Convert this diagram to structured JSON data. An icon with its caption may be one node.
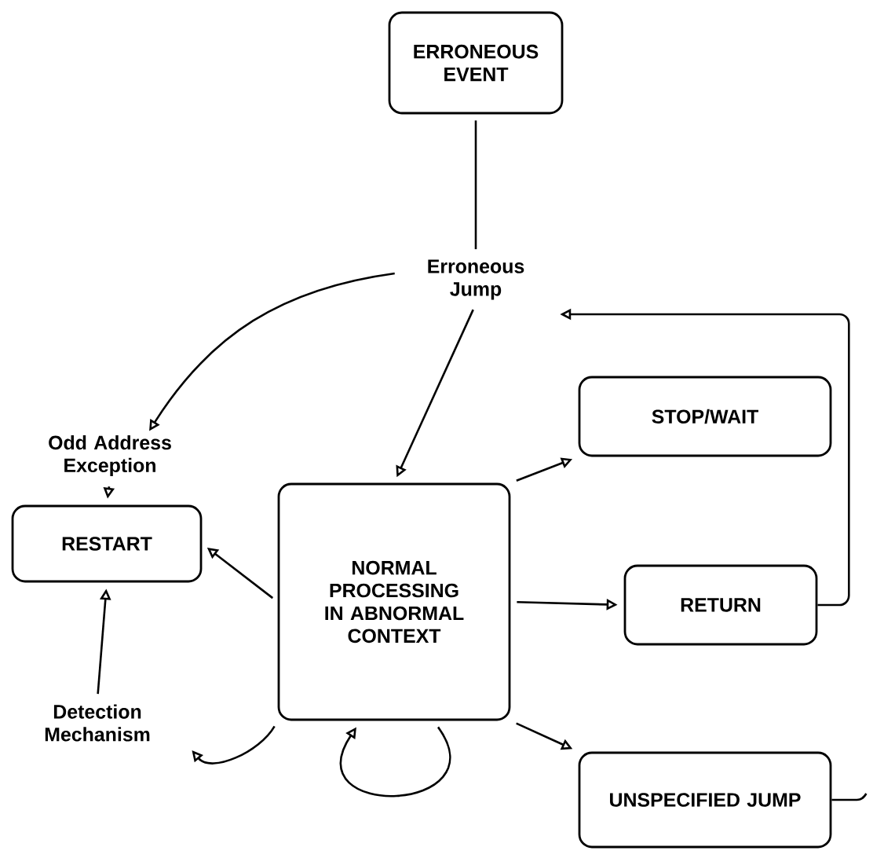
{
  "diagram": {
    "nodes": [
      {
        "text": [
          "ERRONEOUS EVENT"
        ]
      },
      {
        "text": [
          "Erroneous Jump"
        ]
      },
      {
        "text": [
          "Odd Address Exception"
        ]
      },
      {
        "text": [
          "RESTART"
        ]
      },
      {
        "text": [
          "NORMAL PROCESSING IN ABNORMAL CONTEXT"
        ]
      },
      {
        "text": [
          "STOP/WAIT"
        ]
      },
      {
        "text": [
          "RETURN"
        ]
      },
      {
        "text": [
          "UNSPECIFIED JUMP"
        ]
      },
      {
        "text": [
          "Detection Mechanism"
        ]
      }
    ],
    "edges": [
      {
        "from": 0,
        "to": 1,
        "arrow": "none"
      },
      {
        "from": 1,
        "to": 2,
        "arrow": "to"
      },
      {
        "from": 2,
        "to": 3,
        "arrow": "to"
      },
      {
        "from": 1,
        "to": 4,
        "arrow": "to"
      },
      {
        "from": 4,
        "to": 3,
        "arrow": "to"
      },
      {
        "from": 4,
        "to": 5,
        "arrow": "to"
      },
      {
        "from": 4,
        "to": 6,
        "arrow": "to"
      },
      {
        "from": 4,
        "to": 7,
        "arrow": "to"
      },
      {
        "from": 6,
        "to": 1,
        "arrow": "to"
      },
      {
        "from": 7,
        "to": null,
        "arrow": "none"
      },
      {
        "from": 4,
        "to": 8,
        "arrow": "to"
      },
      {
        "from": 8,
        "to": 3,
        "arrow": "to"
      },
      {
        "from": 4,
        "to": 4,
        "arrow": "to"
      }
    ]
  }
}
